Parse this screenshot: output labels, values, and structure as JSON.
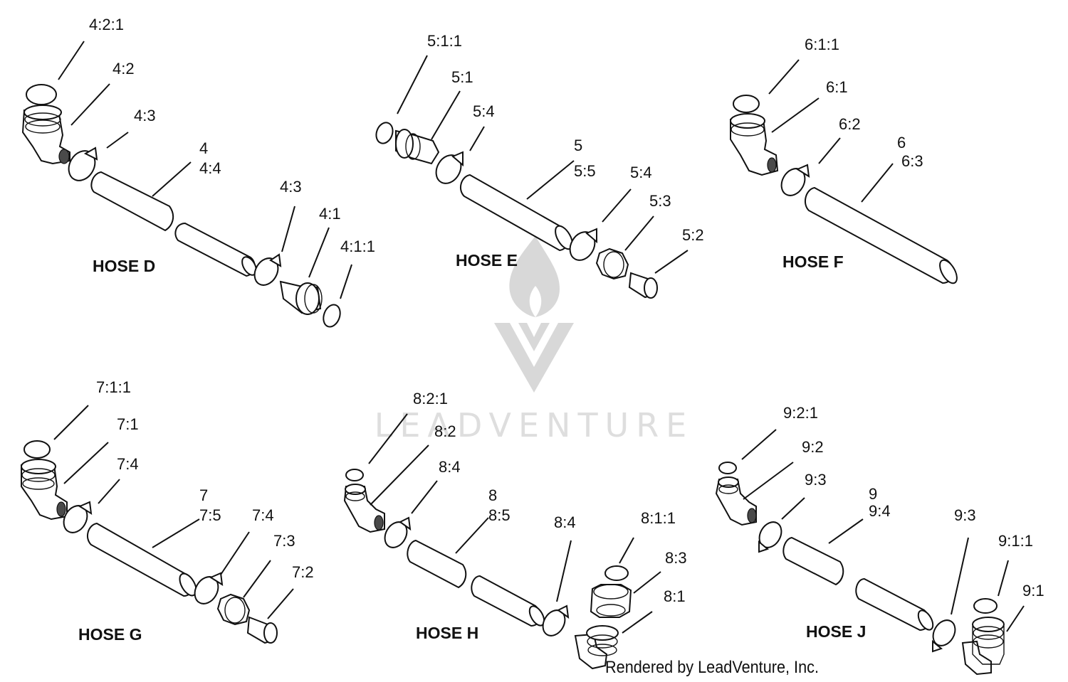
{
  "watermark": {
    "brand_text": "LEADVENTURE",
    "icon": "leadventure-flame-logo"
  },
  "footer": {
    "rendered_by": "Rendered by LeadVenture, Inc."
  },
  "assemblies": [
    {
      "title": "HOSE D",
      "callouts": [
        "4:2:1",
        "4:2",
        "4:3",
        "4",
        "4:4",
        "4:3",
        "4:1",
        "4:1:1"
      ]
    },
    {
      "title": "HOSE E",
      "callouts": [
        "5:1:1",
        "5:1",
        "5:4",
        "5",
        "5:5",
        "5:4",
        "5:3",
        "5:2"
      ]
    },
    {
      "title": "HOSE F",
      "callouts": [
        "6:1:1",
        "6:1",
        "6:2",
        "6",
        "6:3"
      ]
    },
    {
      "title": "HOSE G",
      "callouts": [
        "7:1:1",
        "7:1",
        "7:4",
        "7",
        "7:5",
        "7:4",
        "7:3",
        "7:2"
      ]
    },
    {
      "title": "HOSE H",
      "callouts": [
        "8:2:1",
        "8:2",
        "8:4",
        "8",
        "8:5",
        "8:4",
        "8:1:1",
        "8:3",
        "8:1"
      ]
    },
    {
      "title": "HOSE J",
      "callouts": [
        "9:2:1",
        "9:2",
        "9:3",
        "9",
        "9:4",
        "9:3",
        "9:1:1",
        "9:1"
      ]
    }
  ]
}
